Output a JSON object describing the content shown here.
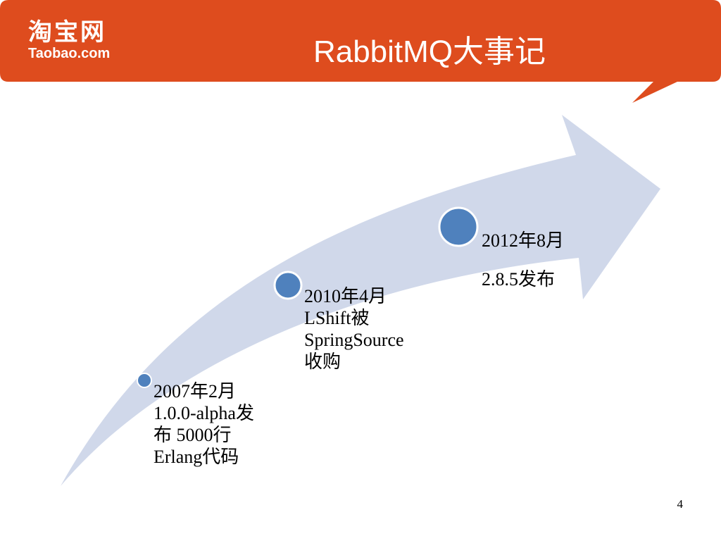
{
  "header": {
    "logo_cn": "淘宝网",
    "logo_en": "Taobao.com",
    "title": "RabbitMQ大事记",
    "brand_color": "#de4c1e"
  },
  "timeline": {
    "arrow_color": "#d0d8ea",
    "dot_color": "#4f81bd",
    "events": [
      {
        "date": "2007年2月",
        "lines": [
          "1.0.0-alpha发",
          "布 5000行",
          "Erlang代码"
        ]
      },
      {
        "date": "2010年4月",
        "lines": [
          "LShift被",
          "SpringSource",
          "收购"
        ]
      },
      {
        "date": "2012年8月",
        "lines": [
          "2.8.5发布"
        ]
      }
    ]
  },
  "footer": {
    "page_number": "4"
  }
}
